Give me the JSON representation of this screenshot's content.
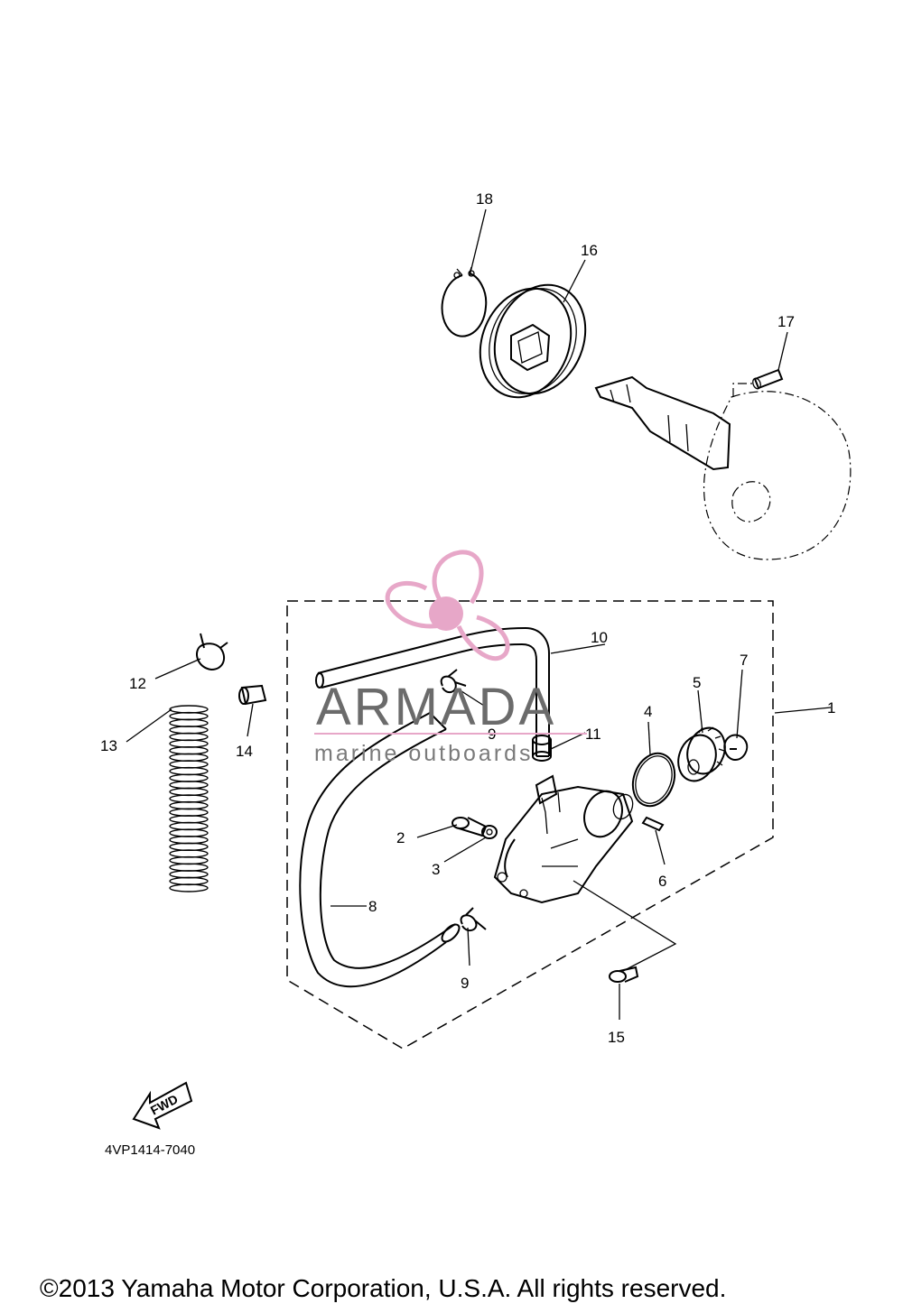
{
  "callouts": [
    "1",
    "2",
    "3",
    "4",
    "5",
    "6",
    "7",
    "8",
    "9",
    "9",
    "10",
    "11",
    "12",
    "13",
    "14",
    "15",
    "16",
    "17",
    "18"
  ],
  "drawing_code": "4VP1414-7040",
  "fwd_label": "FWD",
  "watermark": {
    "title": "ARMADA",
    "subtitle": "marine outboards",
    "color": "#e7a7c8"
  },
  "copyright": "©2013 Yamaha Motor Corporation, U.S.A. All rights reserved."
}
